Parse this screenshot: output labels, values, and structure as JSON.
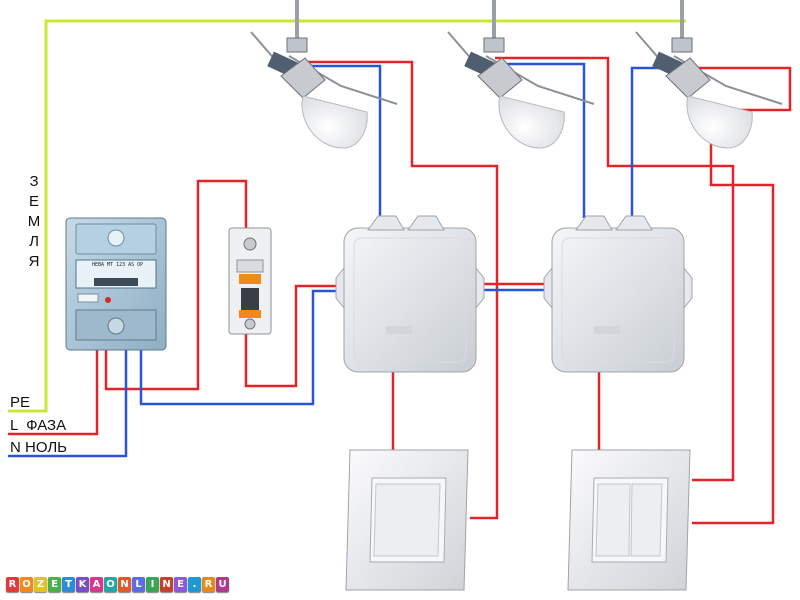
{
  "labels": {
    "earth_vertical": "ЗЕМЛЯ",
    "pe": "PE",
    "phase": "L  ФАЗА",
    "neutral": "N НОЛЬ"
  },
  "meter": {
    "model": "НЕВА МТ 123 AS OP"
  },
  "logo": {
    "text": "ROZETKAONLINE.RU"
  },
  "wire_colors": {
    "earth": "#c8e63a",
    "phase": "#e2232a",
    "neutral": "#2a54d8"
  },
  "icons": [
    "pendant-lamp-icon",
    "junction-box-icon",
    "circuit-breaker-icon",
    "electric-meter-icon",
    "single-switch-icon",
    "double-switch-icon"
  ]
}
